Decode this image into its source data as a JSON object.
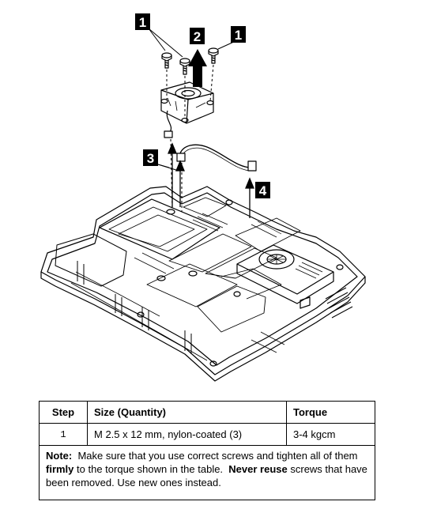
{
  "callouts": {
    "screw_left": "1",
    "lift": "2",
    "screw_right": "1",
    "cable_vertical": "3",
    "cable_right": "4"
  },
  "table": {
    "headers": {
      "step": "Step",
      "size": "Size (Quantity)",
      "torque": "Torque"
    },
    "rows": [
      {
        "step": "1",
        "size": "M 2.5 x 12 mm, nylon-coated (3)",
        "torque": "3-4 kgcm"
      }
    ],
    "note": {
      "label": "Note:",
      "text_1": "Make sure that you use correct screws and tighten all of them",
      "emphasis_1": "firmly",
      "text_2": "to the torque shown in the table.",
      "emphasis_2": "Never reuse",
      "text_3": "screws that have been removed.  Use new ones instead."
    }
  }
}
